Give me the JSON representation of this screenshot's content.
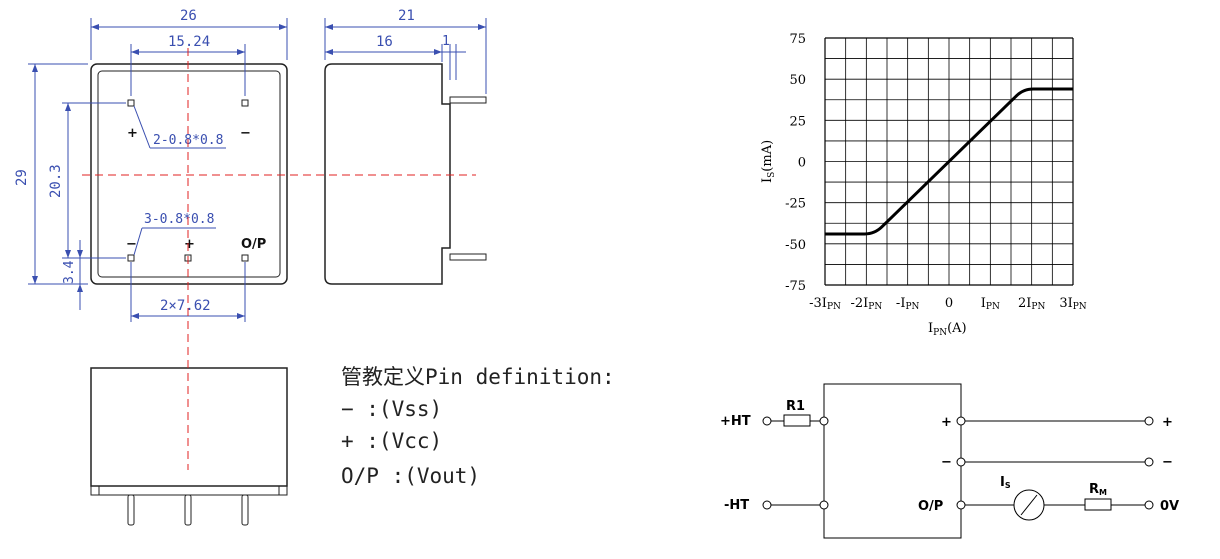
{
  "mechanical": {
    "dim_width": "26",
    "dim_pin_spacing_top": "15.24",
    "dim_side_width": "21",
    "dim_side_body": "16",
    "dim_side_pin": "1",
    "dim_height": "29",
    "dim_pin_height": "20.3",
    "dim_bottom_offset": "3.4",
    "dim_pin_pitch": "2×7.62",
    "pin_note_top": "2-0.8*0.8",
    "pin_note_bottom": "3-0.8*0.8",
    "mark_plus_top": "+",
    "mark_minus_top": "−",
    "mark_minus_bottom": "−",
    "mark_plus_bottom": "+",
    "mark_output": "O/P"
  },
  "pin_definition": {
    "title": "管教定义Pin definition:",
    "rows": [
      "−   :(Vss)",
      "+   :(Vcc)",
      "O/P :(Vout)"
    ]
  },
  "chart_data": {
    "type": "line",
    "y_ticks": [
      "75",
      "50",
      "25",
      "0",
      "-25",
      "-50",
      "-75"
    ],
    "ylim": [
      -75,
      75
    ],
    "xlim": [
      -3,
      3
    ],
    "grid": true,
    "series": [
      {
        "x": [
          -3,
          -1.8,
          1.8,
          3
        ],
        "y": [
          -44,
          -44,
          44,
          44
        ]
      }
    ]
  },
  "chart_labels": {
    "x_ticks": [
      {
        "pre": "-3I",
        "sub": "PN"
      },
      {
        "pre": "-2I",
        "sub": "PN"
      },
      {
        "pre": "-I",
        "sub": "PN"
      },
      {
        "pre": "0",
        "sub": ""
      },
      {
        "pre": "I",
        "sub": "PN"
      },
      {
        "pre": "2I",
        "sub": "PN"
      },
      {
        "pre": "3I",
        "sub": "PN"
      }
    ],
    "y_label_main": "I",
    "y_label_sub": "S",
    "y_label_rest": "(mA)",
    "x_label_main": "I",
    "x_label_sub": "PN",
    "x_label_rest": "(A)"
  },
  "schematic": {
    "in_plus": "+HT",
    "in_minus": "-HT",
    "r1": "R1",
    "pin_plus": "+",
    "pin_minus": "−",
    "pin_out": "O/P",
    "is_label": "I",
    "is_sub": "S",
    "rm_label": "R",
    "rm_sub": "M",
    "out_plus": "+",
    "out_minus": "−",
    "out_zero": "0V"
  }
}
